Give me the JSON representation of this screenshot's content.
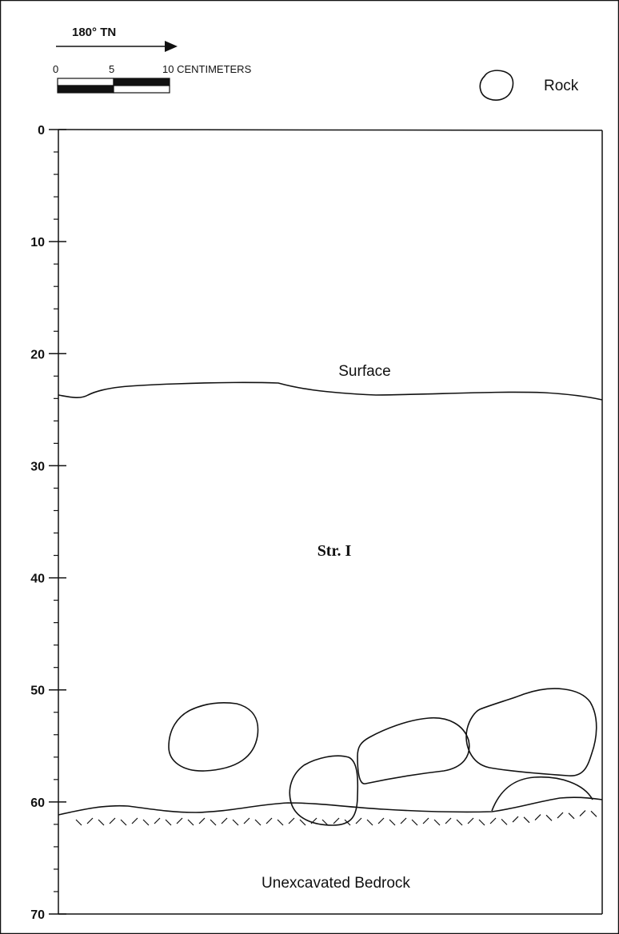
{
  "header": {
    "orientation_label": "180° TN",
    "scale": {
      "tick_labels": [
        "0",
        "5",
        "10 CENTIMETERS"
      ]
    }
  },
  "legend": {
    "rock_label": "Rock"
  },
  "depth_axis": {
    "major_ticks": [
      0,
      10,
      20,
      30,
      40,
      50,
      60,
      70
    ],
    "minor_step": 2,
    "range": [
      0,
      70
    ]
  },
  "profile_labels": {
    "surface": "Surface",
    "stratum": "Str. I",
    "bedrock": "Unexcavated Bedrock"
  },
  "colors": {
    "line": "#111111",
    "background": "#ffffff"
  }
}
